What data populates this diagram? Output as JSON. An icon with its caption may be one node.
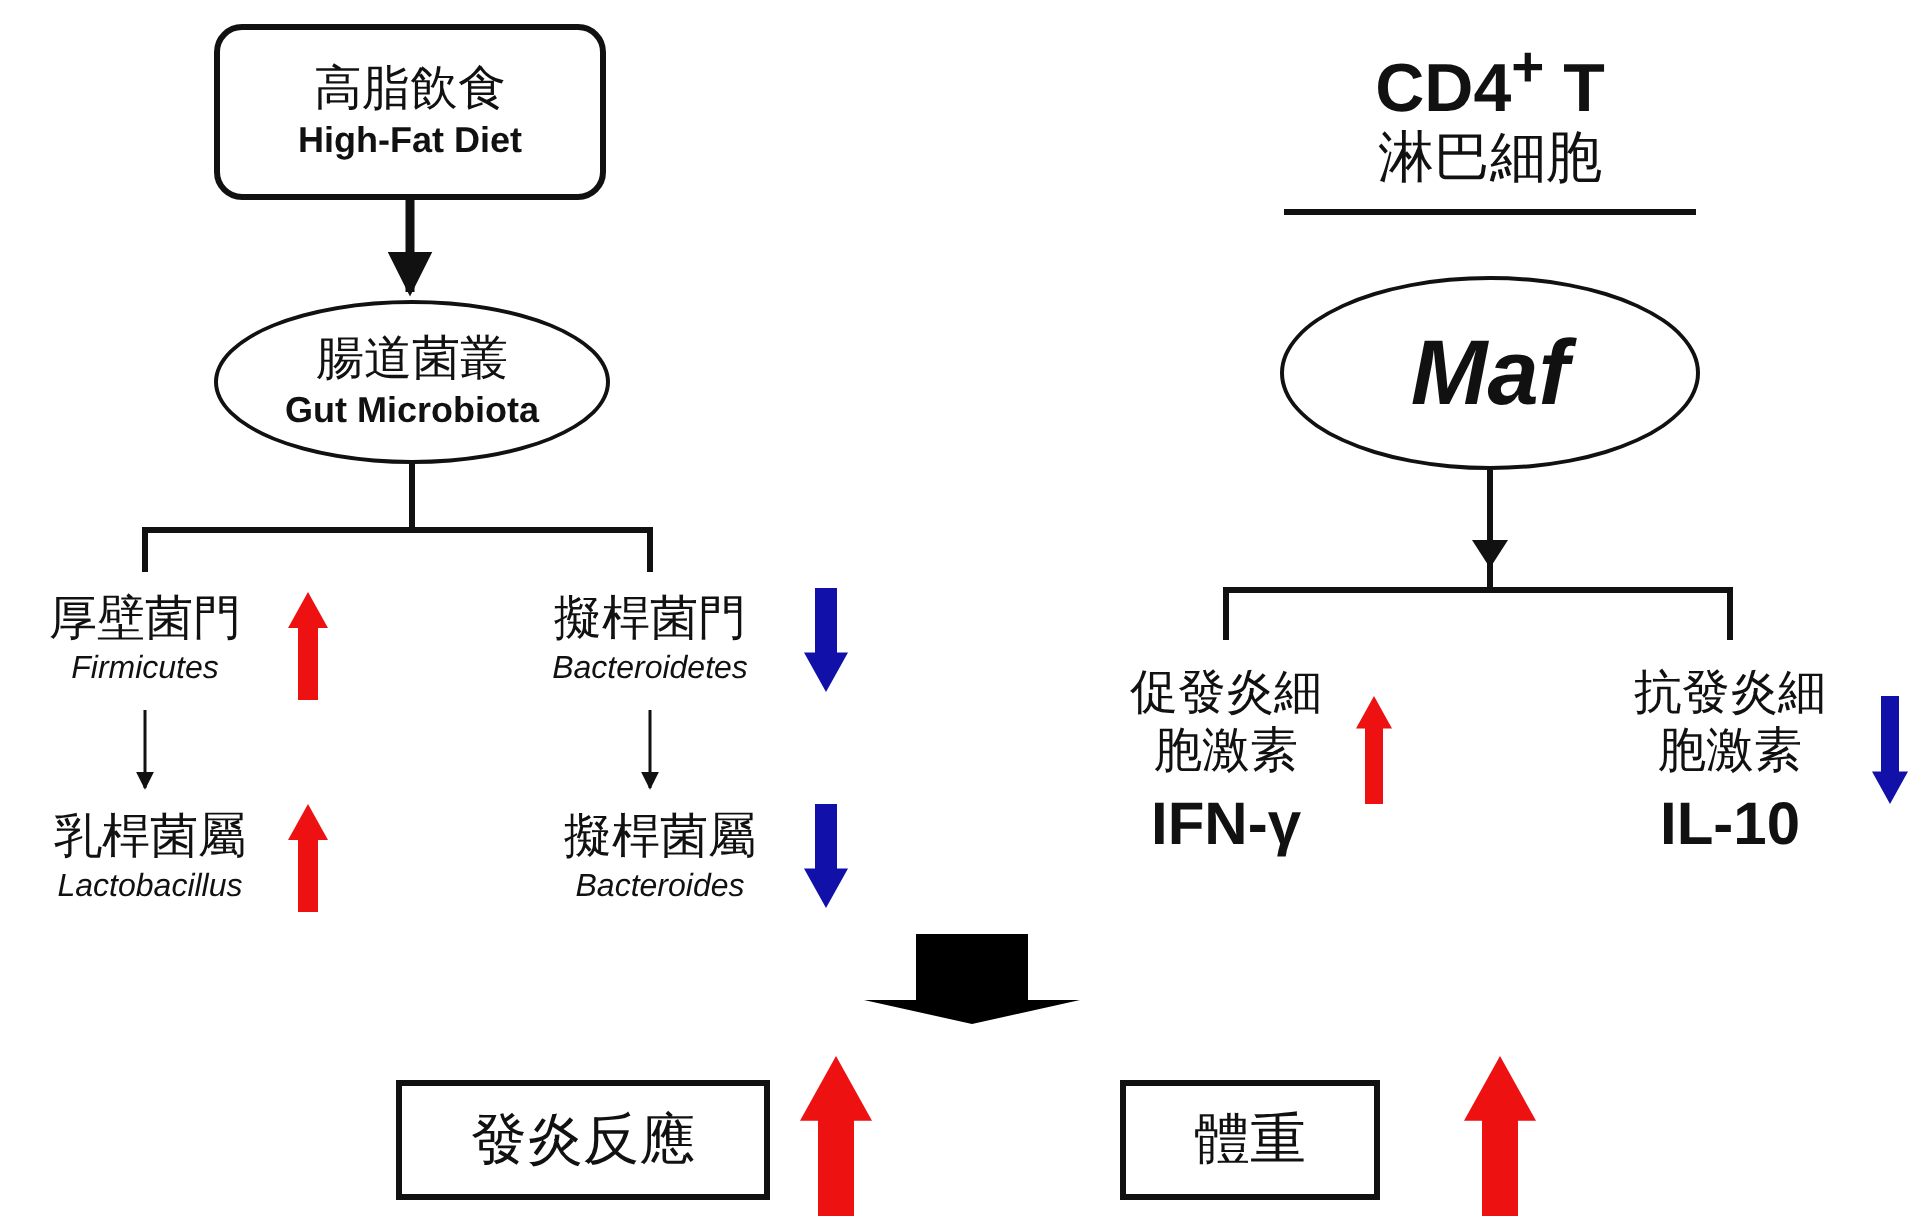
{
  "diagram": {
    "nodes": [
      {
        "text": [
          "高脂飲食",
          "High-Fat Diet"
        ]
      },
      {
        "text": [
          "腸道菌叢",
          "Gut Microbiota"
        ]
      },
      {
        "text": [
          "厚壁菌門",
          "Firmicutes"
        ]
      },
      {
        "text": [
          "擬桿菌門",
          "Bacteroidetes"
        ]
      },
      {
        "text": [
          "乳桿菌屬",
          "Lactobacillus"
        ]
      },
      {
        "text": [
          "擬桿菌屬",
          "Bacteroides"
        ]
      },
      {
        "text": [
          "Maf"
        ]
      },
      {
        "text": [
          "促發炎細胞激素",
          "IFN-γ"
        ]
      },
      {
        "text": [
          "抗發炎細胞激素",
          "IL-10"
        ]
      },
      {
        "text": [
          "發炎反應"
        ]
      },
      {
        "text": [
          "體重"
        ]
      }
    ],
    "edges": [
      {
        "from": 0,
        "to": 1,
        "arrow": "to"
      },
      {
        "from": 1,
        "to": 2,
        "arrow": "none"
      },
      {
        "from": 1,
        "to": 3,
        "arrow": "none"
      },
      {
        "from": 2,
        "to": 4,
        "arrow": "to"
      },
      {
        "from": 3,
        "to": 5,
        "arrow": "to"
      },
      {
        "from": 6,
        "to": 7,
        "arrow": "to"
      },
      {
        "from": 6,
        "to": 8,
        "arrow": "to"
      }
    ],
    "labels": [
      "CD4$^{+}$ T",
      "淋巴細胞"
    ]
  }
}
